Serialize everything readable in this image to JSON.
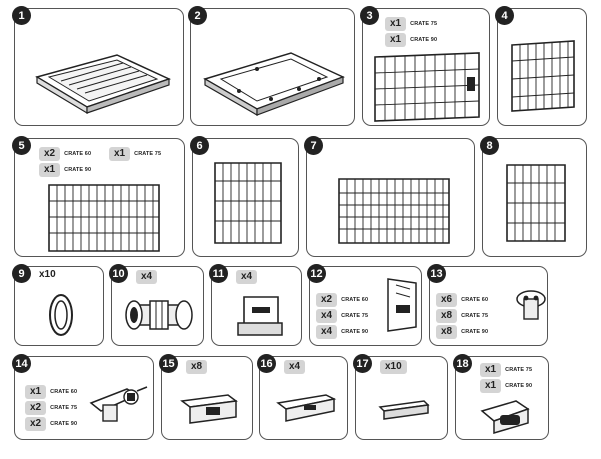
{
  "parts": [
    {
      "num": "1"
    },
    {
      "num": "2"
    },
    {
      "num": "3",
      "rows": [
        {
          "qty": "x1",
          "crate": "CRATE 75"
        },
        {
          "qty": "x1",
          "crate": "CRATE 90"
        }
      ]
    },
    {
      "num": "4"
    },
    {
      "num": "5",
      "rows": [
        {
          "qty": "x2",
          "crate": "CRATE 60"
        },
        {
          "qty": "x1",
          "crate": "CRATE 75"
        },
        {
          "qty": "x1",
          "crate": "CRATE 90"
        }
      ]
    },
    {
      "num": "6"
    },
    {
      "num": "7"
    },
    {
      "num": "8"
    },
    {
      "num": "9",
      "qty": "x10"
    },
    {
      "num": "10",
      "qty": "x4"
    },
    {
      "num": "11",
      "qty": "x4"
    },
    {
      "num": "12",
      "rows": [
        {
          "qty": "x2",
          "crate": "CRATE 60"
        },
        {
          "qty": "x4",
          "crate": "CRATE 75"
        },
        {
          "qty": "x4",
          "crate": "CRATE 90"
        }
      ]
    },
    {
      "num": "13",
      "rows": [
        {
          "qty": "x6",
          "crate": "CRATE 60"
        },
        {
          "qty": "x8",
          "crate": "CRATE 75"
        },
        {
          "qty": "x8",
          "crate": "CRATE 90"
        }
      ]
    },
    {
      "num": "14",
      "rows": [
        {
          "qty": "x1",
          "crate": "CRATE 60"
        },
        {
          "qty": "x2",
          "crate": "CRATE 75"
        },
        {
          "qty": "x2",
          "crate": "CRATE 90"
        }
      ]
    },
    {
      "num": "15",
      "qty": "x8"
    },
    {
      "num": "16",
      "qty": "x4"
    },
    {
      "num": "17",
      "qty": "x10"
    },
    {
      "num": "18",
      "rows": [
        {
          "qty": "x1",
          "crate": "CRATE 75"
        },
        {
          "qty": "x1",
          "crate": "CRATE 90"
        }
      ]
    }
  ]
}
